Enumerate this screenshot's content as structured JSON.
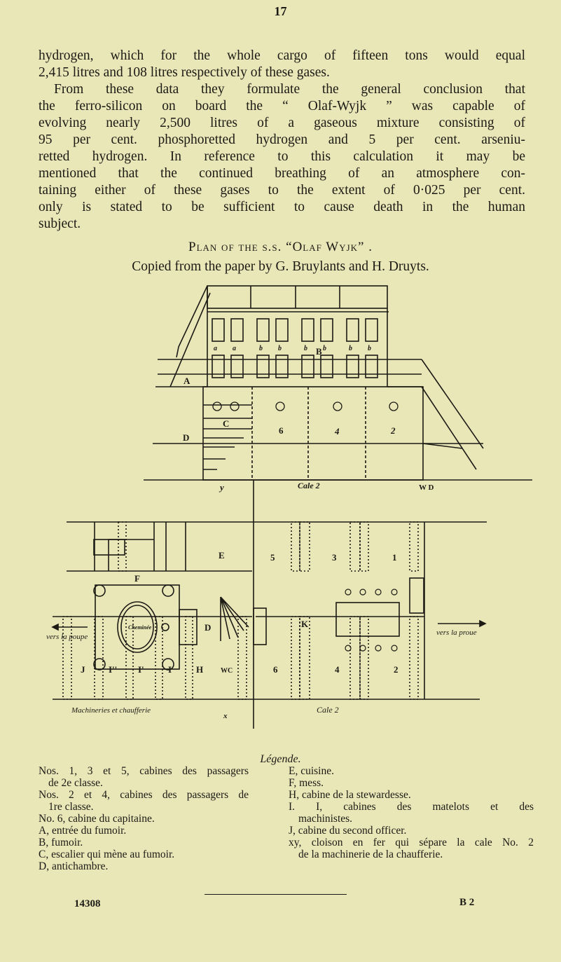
{
  "page_number": "17",
  "body_lines": [
    "hydrogen, which for the whole cargo of fifteen tons would equal",
    "2,415 litres and 108 litres respectively of these gases.",
    "From these data they formulate the general conclusion that",
    "the ferro-silicon on board the “ Olaf-Wyjk ” was capable of",
    "evolving nearly 2,500 litres of a gaseous mixture consisting of",
    "95 per cent. phosphoretted hydrogen and 5 per cent. arseniu-",
    "retted hydrogen. In reference to this calculation it may be",
    "mentioned that the continued breathing of an atmosphere con-",
    "taining either of these gases to the extent of 0·025 per cent.",
    "only is stated to be sufficient to cause death in the human",
    "subject."
  ],
  "plan_title": "Plan of the s.s. “Olaf Wyjk” .",
  "copied_from": "Copied from the paper by G. Bruylants and H. Druyts.",
  "elevation": {
    "cabin_letters": [
      "a",
      "a",
      "b",
      "b",
      "b",
      "b",
      "b",
      "b"
    ],
    "label_A": "A",
    "label_B": "B",
    "label_C": "C",
    "label_D": "D",
    "num_6": "6",
    "num_4": "4",
    "num_2": "2",
    "label_y": "y",
    "cale": "Cale 2",
    "wd": "W D"
  },
  "plan": {
    "F": "F",
    "E": "E",
    "n5": "5",
    "n3": "3",
    "n1": "1",
    "D": "D",
    "K": "K",
    "cheminee": "Cheminée",
    "J": "J",
    "I2": "I''",
    "I1": "I'",
    "I": "I",
    "H": "H",
    "WC": "WC",
    "n6": "6",
    "n4": "4",
    "n2": "2",
    "poupe": "vers la poupe",
    "proue": "vers la proue",
    "machineries": "Machineries  et  chaufferie",
    "cale": "Cale 2",
    "x": "x"
  },
  "legend": {
    "title": "Légende.",
    "left": [
      "Nos. 1, 3 et 5, cabines des passagers",
      "de 2e classe.",
      "Nos. 2 et 4, cabines des passagers de",
      "1re classe.",
      "No. 6, cabine du capitaine.",
      "A, entrée du fumoir.",
      "B, fumoir.",
      "C, escalier qui mène au fumoir.",
      "D, antichambre."
    ],
    "right": [
      "E, cuisine.",
      "F, mess.",
      "H, cabine de la stewardesse.",
      "I. I, cabines des matelots et des",
      "machinistes.",
      "J, cabine du second officer.",
      "xy, cloison en fer qui sépare la cale No. 2",
      "de la machinerie de la chaufferie."
    ]
  },
  "footer": {
    "left": "14308",
    "right": "B 2"
  }
}
